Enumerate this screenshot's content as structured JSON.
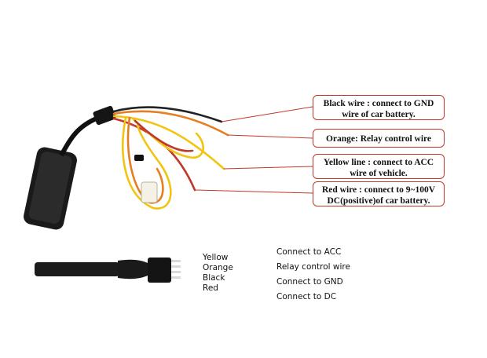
{
  "callouts": [
    {
      "line1": "Black wire : connect to GND",
      "line2": "wire of car battery."
    },
    {
      "line1": "Orange: Relay control wire",
      "line2": ""
    },
    {
      "line1": "Yellow line : connect to ACC",
      "line2": "wire of vehicle."
    },
    {
      "line1": "Red wire : connect to 9~100V",
      "line2": "DC(positive)of car battery."
    }
  ],
  "connector_colors": [
    "Yellow",
    "Orange",
    "Black",
    "Red"
  ],
  "connector_functions": [
    "Connect to ACC",
    "Relay control wire",
    "Connect to GND",
    "Connect to DC"
  ],
  "colors": {
    "callout_border": "#c0392b",
    "leader": "#c0392b"
  }
}
